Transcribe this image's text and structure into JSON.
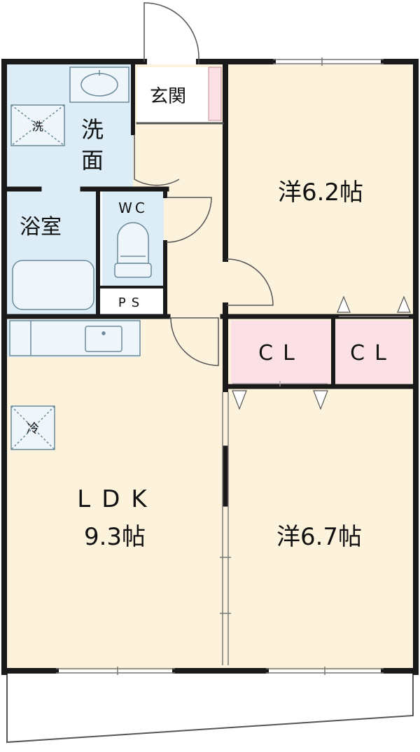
{
  "rooms": {
    "entrance": "玄関",
    "washroom_line1": "洗",
    "washroom_line2": "面",
    "washer_mark": "洗",
    "bath": "浴室",
    "toilet": "WC",
    "pipe_space": "PS",
    "bedroom_north": "洋6.2帖",
    "closet_1": "CL",
    "closet_2": "CL",
    "ldk_name": "LDK",
    "ldk_size": "9.3帖",
    "fridge_mark": "冷",
    "bedroom_south": "洋6.7帖"
  },
  "colors": {
    "room_floor": "#fdf3dc",
    "wet_area": "#dcedf7",
    "closet": "#fbe1e6",
    "wall": "#1a1a1a",
    "fixture_line": "#6a8a9a"
  }
}
